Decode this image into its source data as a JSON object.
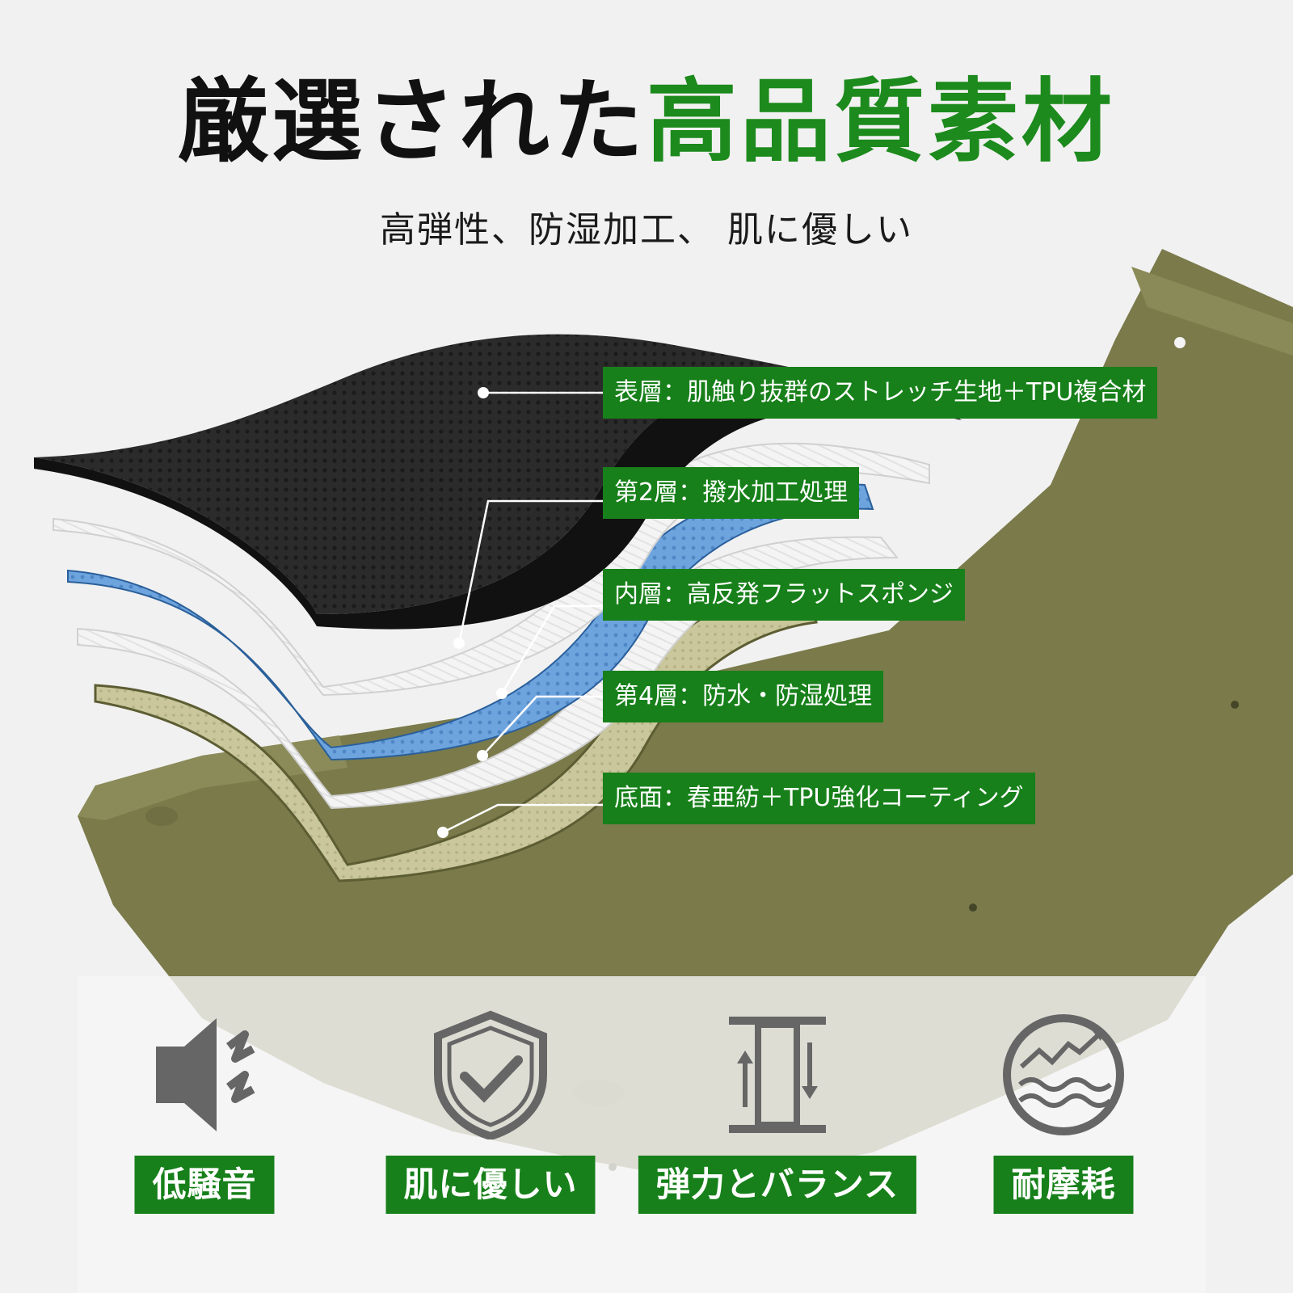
{
  "header": {
    "title_black": "厳選された",
    "title_green": "高品質素材",
    "subtitle": "高弾性、防湿加工、 肌に優しい"
  },
  "layers": [
    {
      "label": "表層：肌触り抜群のストレッチ生地＋TPU複合材"
    },
    {
      "label": "第2層：撥水加工処理"
    },
    {
      "label": "内層：高反発フラットスポンジ"
    },
    {
      "label": "第4層：防水・防湿処理"
    },
    {
      "label": "底面：春亜紡＋TPU強化コーティング"
    }
  ],
  "features": [
    {
      "label": "低騒音",
      "icon": "speaker-low-noise-icon"
    },
    {
      "label": "肌に優しい",
      "icon": "shield-check-icon"
    },
    {
      "label": "弾力とバランス",
      "icon": "elastic-balance-icon"
    },
    {
      "label": "耐摩耗",
      "icon": "wear-resistance-icon"
    }
  ],
  "colors": {
    "accent_green": "#17801a",
    "mat_olive": "#7a7a4b",
    "background": "#f1f1f1"
  }
}
